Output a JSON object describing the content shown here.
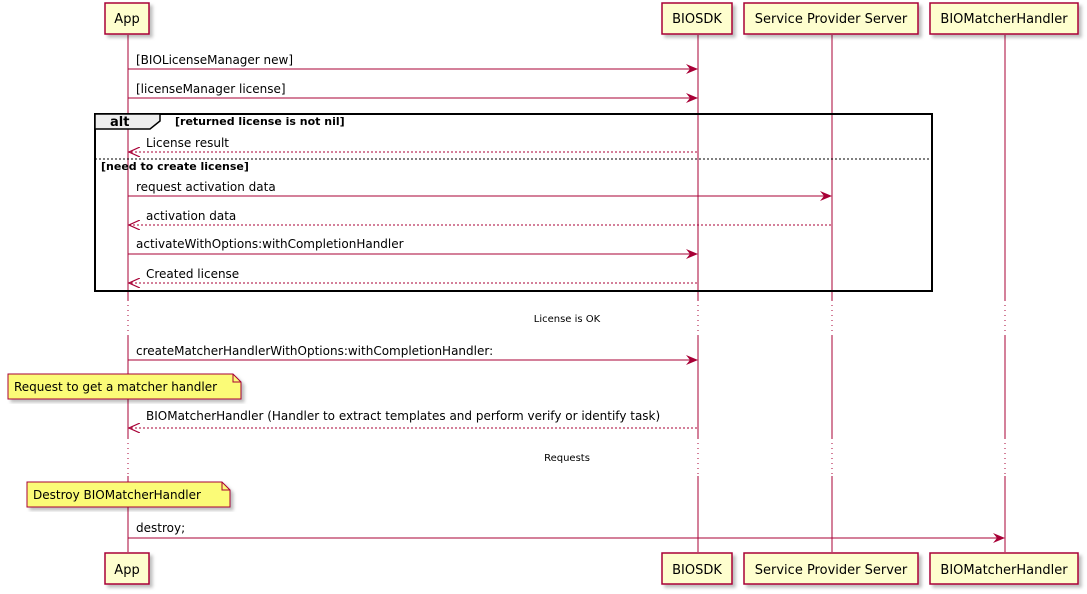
{
  "participants": {
    "app": "App",
    "biosdk": "BIOSDK",
    "server": "Service Provider Server",
    "matcher": "BIOMatcherHandler"
  },
  "messages": {
    "m1": "[BIOLicenseManager new]",
    "m2": "[licenseManager license]",
    "m3": "License result",
    "m4": "request activation data",
    "m5": "activation data",
    "m6": "activateWithOptions:withCompletionHandler",
    "m7": "Created license",
    "m8": "createMatcherHandlerWithOptions:withCompletionHandler:",
    "m9": "BIOMatcherHandler  (Handler to extract templates and perform verify or identify task)",
    "m10": "destroy;"
  },
  "fragment": {
    "keyword": "alt",
    "guard1": "[returned license is not nil]",
    "guard2": "[need to create license]"
  },
  "dividers": {
    "d1": "License is OK",
    "d2": "Requests"
  },
  "notes": {
    "n1": "Request to get a matcher handler",
    "n2": "Destroy BIOMatcherHandler"
  },
  "colors": {
    "participant_fill": "#FEFECE",
    "participant_border": "#A80036",
    "line": "#A80036",
    "note_fill": "#FBFB77"
  }
}
